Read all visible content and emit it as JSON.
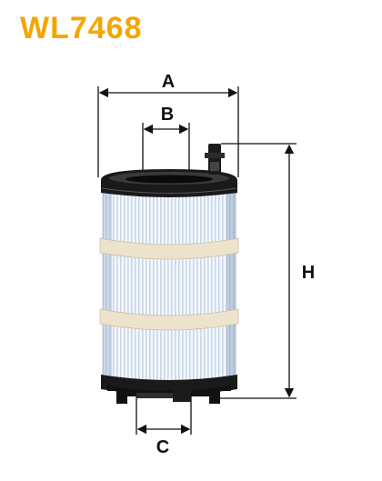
{
  "title": "WL7468",
  "dimensions": {
    "a": "A",
    "b": "B",
    "c": "C",
    "h": "H"
  },
  "colors": {
    "title": "#f5a500",
    "pleats": "#dbe6f3",
    "bands": "#ede3cc",
    "frame": "#111111"
  }
}
